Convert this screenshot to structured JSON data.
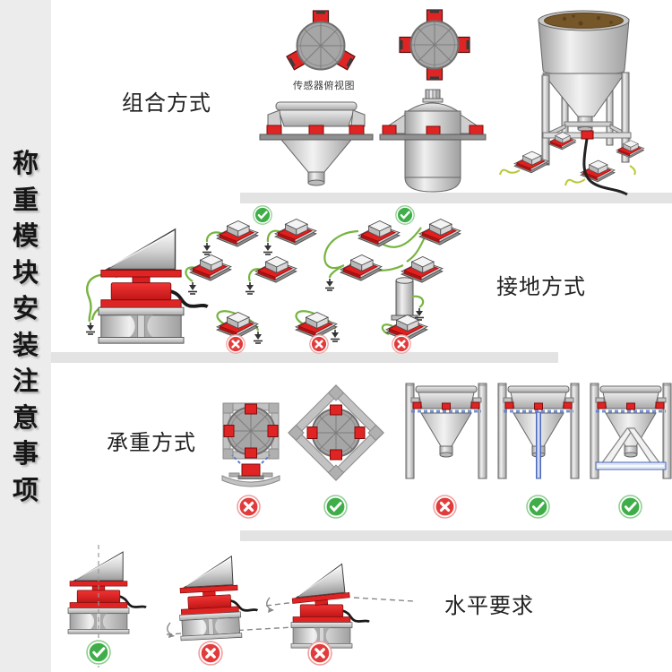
{
  "page_title": "称重模块安装注意事项",
  "sidebar": {
    "chars": [
      "称",
      "重",
      "模",
      "块",
      "安",
      "装",
      "注",
      "意",
      "事",
      "项"
    ]
  },
  "sections": {
    "combination": {
      "label": "组合方式",
      "caption": "传感器俯视图"
    },
    "grounding": {
      "label": "接地方式"
    },
    "load_bearing": {
      "label": "承重方式"
    },
    "level": {
      "label": "水平要求"
    }
  },
  "marks": {
    "grounding": [
      "correct",
      "correct",
      "wrong",
      "wrong",
      "wrong"
    ],
    "load_bearing": [
      "wrong",
      "correct",
      "wrong",
      "correct",
      "correct"
    ],
    "level": [
      "correct",
      "wrong",
      "wrong"
    ]
  },
  "colors": {
    "module_red": "#e02424",
    "wire_green": "#76b43f",
    "check_green": "#3fae49",
    "cross_red": "#e23b3b",
    "divider_gray": "#e3e3e3",
    "sidebar_gray": "#ececec",
    "metal_gray": "#c9c9c9",
    "grain_brown": "#7a5c2c",
    "brace_blue": "#5b7fd0"
  }
}
